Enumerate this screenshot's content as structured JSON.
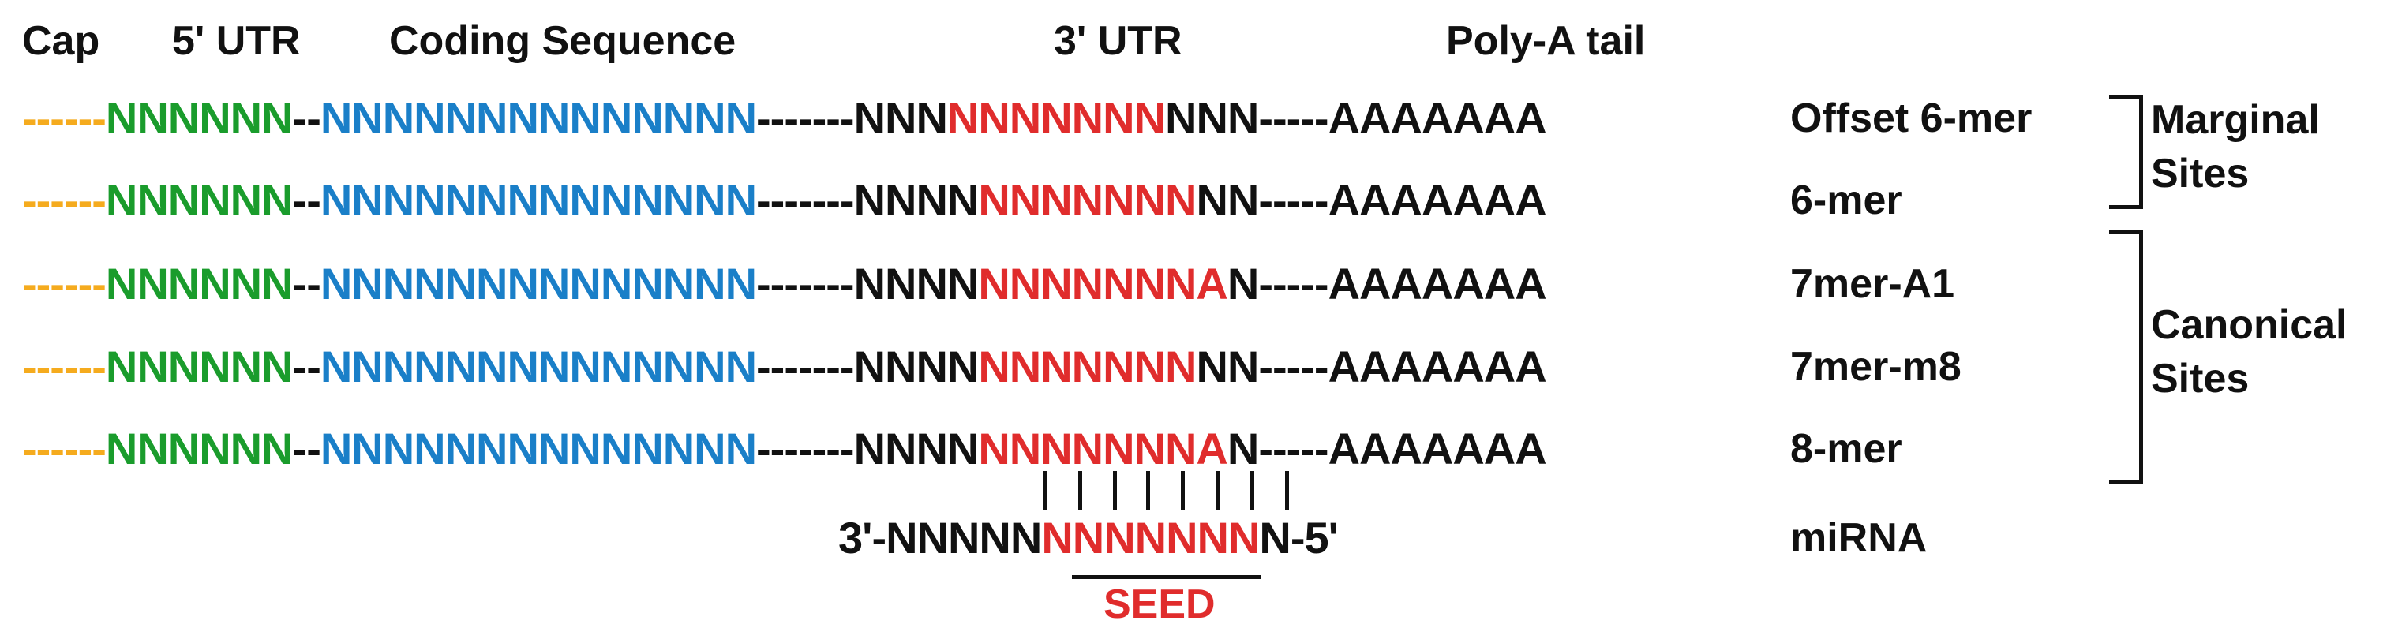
{
  "headers": {
    "cap": "Cap",
    "utr5": "5' UTR",
    "coding": "Coding Sequence",
    "utr3": "3' UTR",
    "polya": "Poly-A tail"
  },
  "rows": [
    {
      "cap": "------",
      "utr5": "NNNNNN",
      "link1": "--",
      "coding": "NNNNNNNNNNNNNN",
      "link2": "-------",
      "pre": "NNN",
      "site": "NNNNNNN",
      "post": "NNN",
      "link3": "-----",
      "polya": "AAAAAAA",
      "label": "Offset 6-mer"
    },
    {
      "cap": "------",
      "utr5": "NNNNNN",
      "link1": "--",
      "coding": "NNNNNNNNNNNNNN",
      "link2": "-------",
      "pre": "NNNN",
      "site": "NNNNNNN",
      "post": "NN",
      "link3": "-----",
      "polya": "AAAAAAA",
      "label": "6-mer"
    },
    {
      "cap": "------",
      "utr5": "NNNNNN",
      "link1": "--",
      "coding": "NNNNNNNNNNNNNN",
      "link2": "-------",
      "pre": "NNNN",
      "site": "NNNNNNNA",
      "post": "N",
      "link3": "-----",
      "polya": "AAAAAAA",
      "label": "7mer-A1"
    },
    {
      "cap": "------",
      "utr5": "NNNNNN",
      "link1": "--",
      "coding": "NNNNNNNNNNNNNN",
      "link2": "-------",
      "pre": "NNNN",
      "site": "NNNNNNN",
      "post": "NN",
      "link3": "-----",
      "polya": "AAAAAAA",
      "label": "7mer-m8"
    },
    {
      "cap": "------",
      "utr5": "NNNNNN",
      "link1": "--",
      "coding": "NNNNNNNNNNNNNN",
      "link2": "-------",
      "pre": "NNNN",
      "site": "NNNNNNNA",
      "post": "N",
      "link3": "-----",
      "polya": "AAAAAAA",
      "label": "8-mer"
    }
  ],
  "groups": {
    "marginal": [
      "Marginal",
      "Sites"
    ],
    "canonical": [
      "Canonical",
      "Sites"
    ]
  },
  "mirna": {
    "prefix": "3'-NNNNN",
    "seed": "NNNNNNN",
    "suffix": "N-5'",
    "label": "miRNA",
    "seed_label": "SEED"
  },
  "colors": {
    "cap": "#f5ab1e",
    "utr5": "#1a9c2c",
    "coding": "#1a7fc8",
    "seed": "#e02c2c",
    "text": "#111111"
  }
}
